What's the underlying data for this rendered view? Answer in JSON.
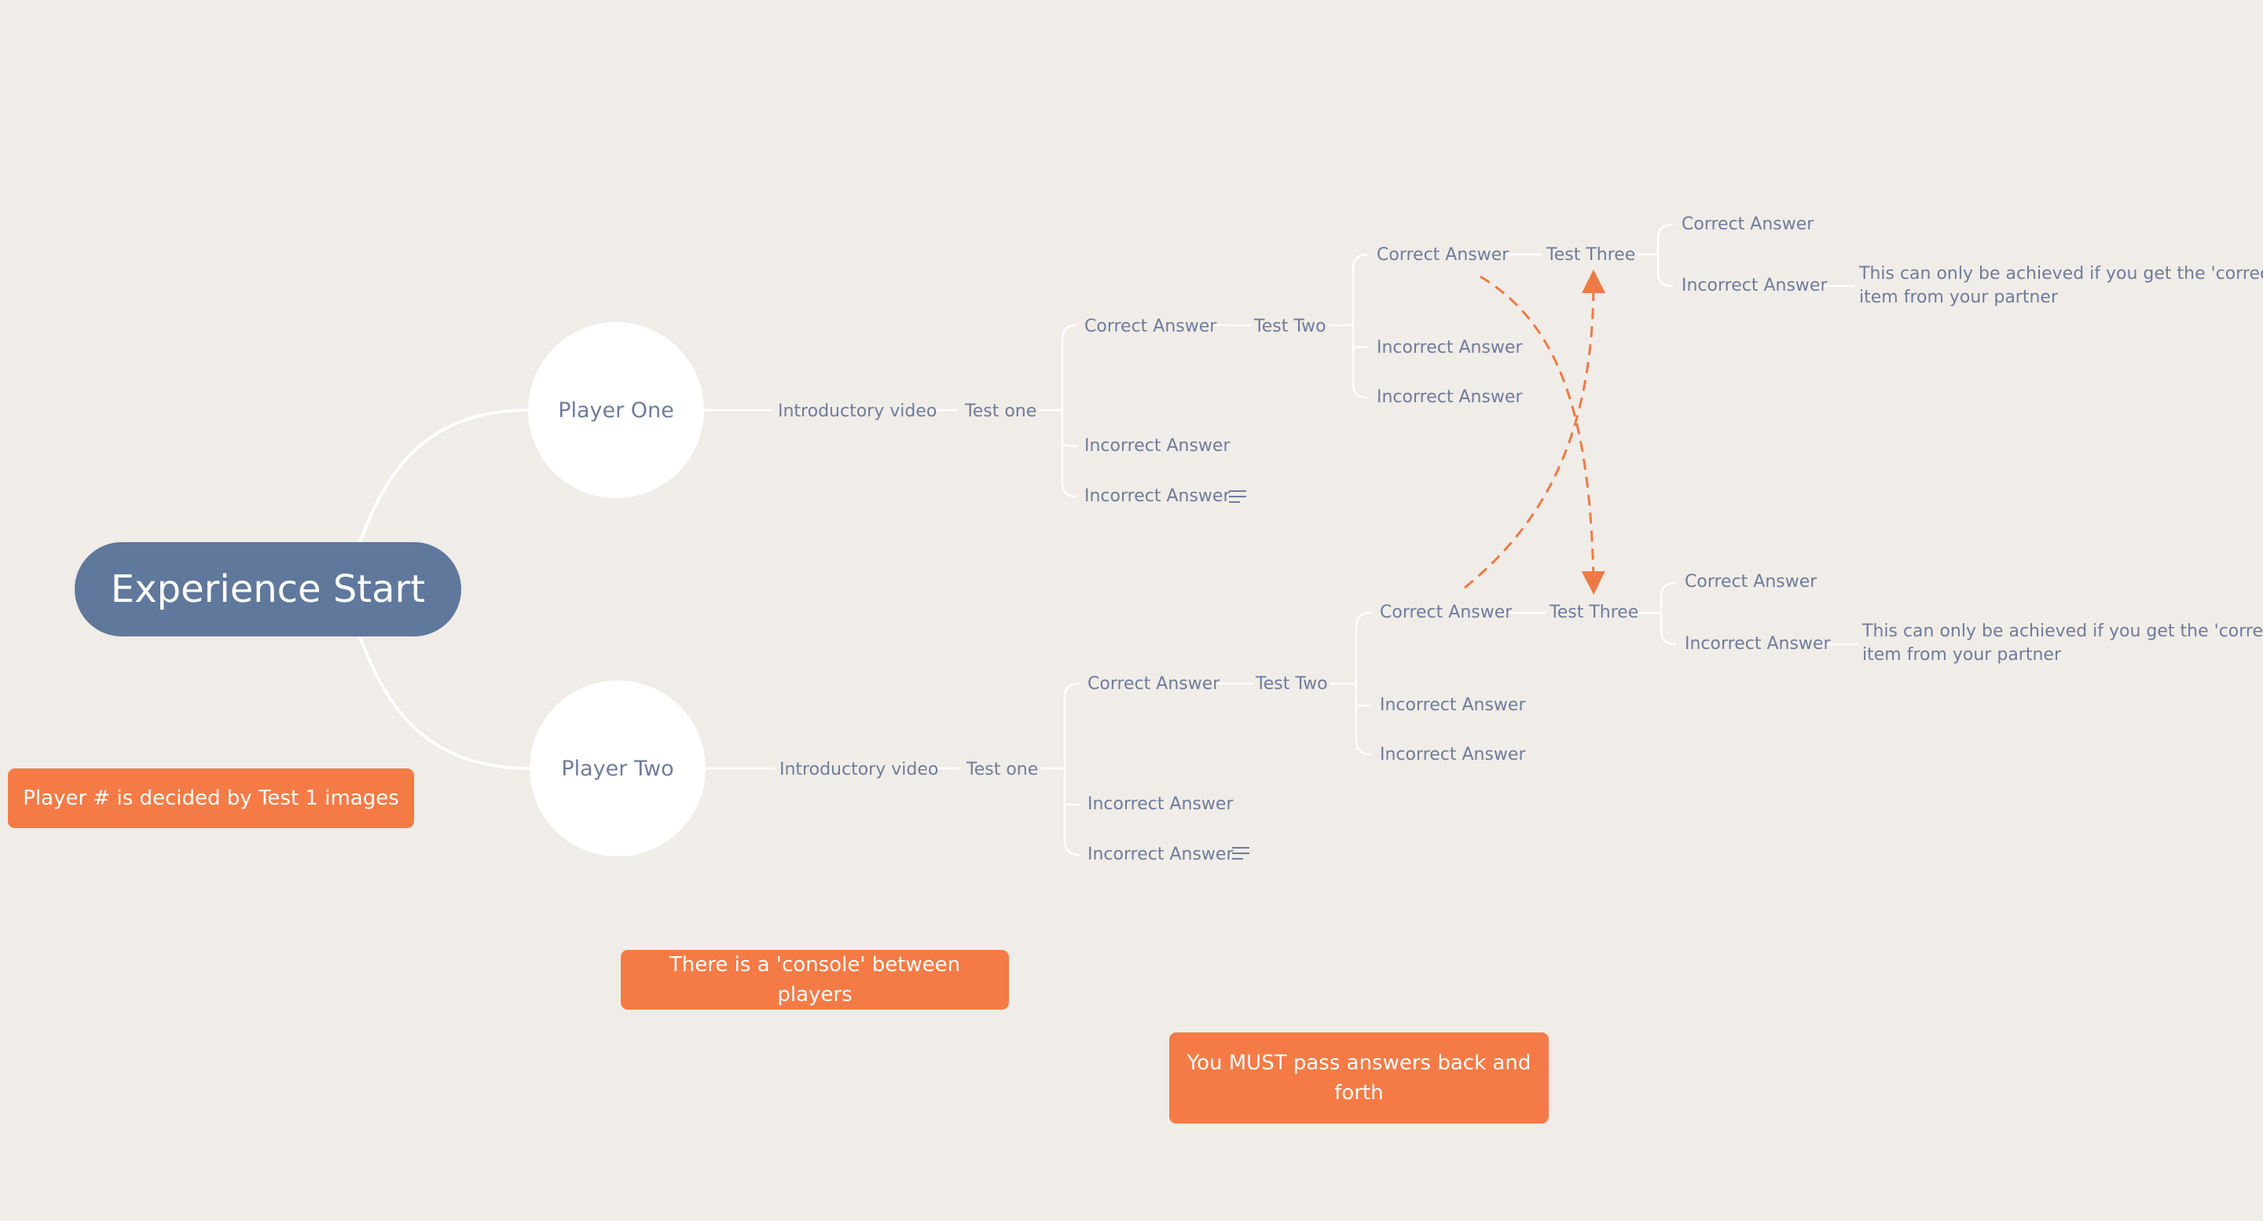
{
  "root": {
    "label": "Experience Start"
  },
  "players": [
    {
      "label": "Player One",
      "intro": "Introductory video",
      "test_one": "Test one",
      "t1_correct": "Correct Answer",
      "t1_incorrect_a": "Incorrect Answer",
      "t1_incorrect_b": "Incorrect Answer",
      "test_two": "Test Two",
      "t2_correct": "Correct Answer",
      "t2_incorrect_a": "Incorrect Answer",
      "t2_incorrect_b": "Incorrect Answer",
      "test_three": "Test Three",
      "t3_correct": "Correct Answer",
      "t3_incorrect": "Incorrect Answer",
      "t3_note": [
        "This can only be achieved if you get the 'correct'",
        "item from your partner"
      ]
    },
    {
      "label": "Player Two",
      "intro": "Introductory video",
      "test_one": "Test one",
      "t1_correct": "Correct Answer",
      "t1_incorrect_a": "Incorrect Answer",
      "t1_incorrect_b": "Incorrect Answer",
      "test_two": "Test Two",
      "t2_correct": "Correct Answer",
      "t2_incorrect_a": "Incorrect Answer",
      "t2_incorrect_b": "Incorrect Answer",
      "test_three": "Test Three",
      "t3_correct": "Correct Answer",
      "t3_incorrect": "Incorrect Answer",
      "t3_note": [
        "This can only be achieved if you get the 'correct'",
        "item from your partner"
      ]
    }
  ],
  "callouts": {
    "player_number": "Player # is decided by Test 1 images",
    "console": "There is a 'console' between players",
    "must_pass": "You MUST pass answers back and forth"
  },
  "colors": {
    "background": "#f0ece7",
    "root_fill": "#5f789c",
    "node_text": "#6f7c9c",
    "callout_fill": "#f47b46",
    "cross_arrow": "#ec7a46",
    "connector": "#ffffff"
  },
  "icons": {
    "note": "note-lines-icon"
  }
}
